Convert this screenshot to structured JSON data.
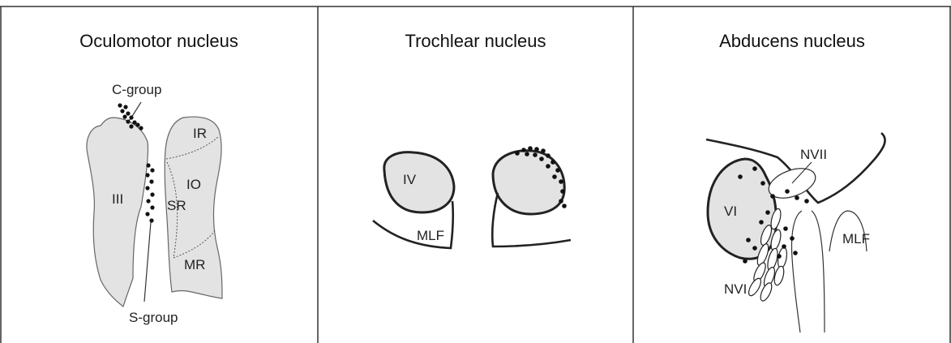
{
  "panels": [
    {
      "title": "Oculomotor nucleus",
      "labels": {
        "c_group": "C-group",
        "nucleus": "III",
        "ir": "IR",
        "io": "IO",
        "sr": "SR",
        "mr": "MR",
        "s_group": "S-group"
      }
    },
    {
      "title": "Trochlear nucleus",
      "labels": {
        "nucleus": "IV",
        "mlf": "MLF"
      }
    },
    {
      "title": "Abducens nucleus",
      "labels": {
        "nvii": "NVII",
        "nucleus": "VI",
        "mlf": "MLF",
        "nvi": "NVI"
      }
    }
  ],
  "colors": {
    "region_fill": "#e3e3e3",
    "neuron": "#111111",
    "outline": "#222222"
  }
}
